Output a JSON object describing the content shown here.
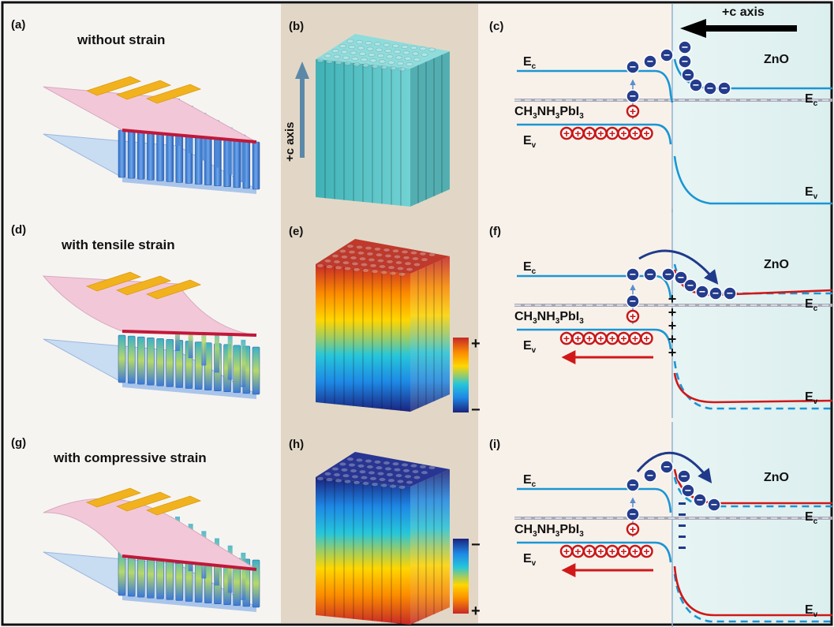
{
  "panels": {
    "a": {
      "label": "(a)",
      "caption": "without strain"
    },
    "b": {
      "label": "(b)",
      "axis": "+c axis"
    },
    "c": {
      "label": "(c)",
      "axis": "+c axis"
    },
    "d": {
      "label": "(d)",
      "caption": "with tensile strain"
    },
    "e": {
      "label": "(e)",
      "plus": "+",
      "minus": "−"
    },
    "f": {
      "label": "(f)"
    },
    "g": {
      "label": "(g)",
      "caption": "with compressive strain"
    },
    "h": {
      "label": "(h)",
      "plus": "+",
      "minus": "−"
    },
    "i": {
      "label": "(i)"
    }
  },
  "band": {
    "ec": "E",
    "ec_sub": "c",
    "ev": "E",
    "ev_sub": "v",
    "material_left_a": "CH",
    "material_left_sub1": "3",
    "material_left_b": "NH",
    "material_left_sub2": "3",
    "material_left_c": "PbI",
    "material_left_sub3": "3",
    "material_right": "ZnO",
    "electron": "−",
    "hole": "+"
  },
  "colors": {
    "band_line": "#1a96d4",
    "strained_line": "#d01818",
    "electron_fill": "#243c8c",
    "hole_fill": "#c81818",
    "substrate": "#f2c8d8",
    "electrode": "#f2b21e",
    "nanorod": "#5cc8cc",
    "mid_bg": "#e2d7c6",
    "right_bg_left": "#f7efe8",
    "right_bg_right": "#e6f2f2"
  }
}
